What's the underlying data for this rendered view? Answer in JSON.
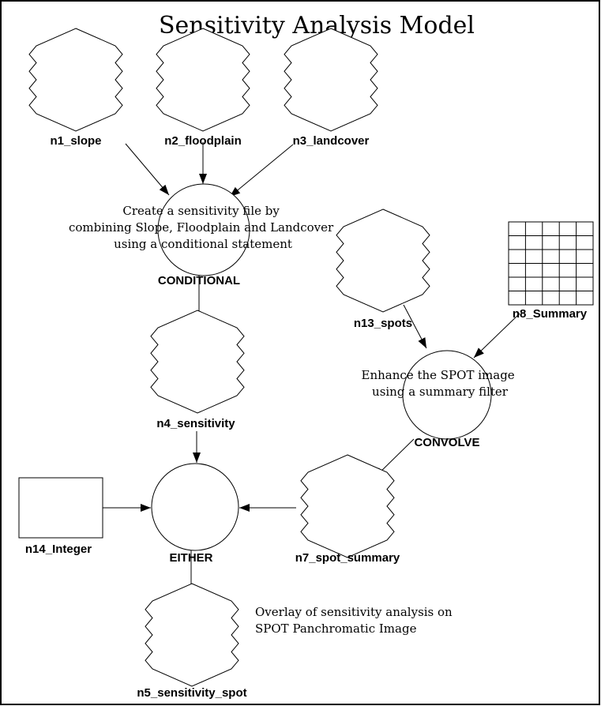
{
  "title": "Sensitivity Analysis Model",
  "nodes": {
    "n1": {
      "label": "n1_slope",
      "kind": "raster"
    },
    "n2": {
      "label": "n2_floodplain",
      "kind": "raster"
    },
    "n3": {
      "label": "n3_landcover",
      "kind": "raster"
    },
    "conditional": {
      "label": "CONDITIONAL",
      "kind": "function"
    },
    "n4": {
      "label": "n4_sensitivity",
      "kind": "raster"
    },
    "n13": {
      "label": "n13_spots",
      "kind": "raster"
    },
    "n8": {
      "label": "n8_Summary",
      "kind": "matrix"
    },
    "convolve": {
      "label": "CONVOLVE",
      "kind": "function"
    },
    "n14": {
      "label": "n14_Integer",
      "kind": "scalar"
    },
    "either": {
      "label": "EITHER",
      "kind": "function"
    },
    "n7": {
      "label": "n7_spot_summary",
      "kind": "raster"
    },
    "n5": {
      "label": "n5_sensitivity_spot",
      "kind": "raster"
    }
  },
  "notes": {
    "conditional": [
      "Create a sensitivity file by",
      "combining Slope, Floodplain and Landcover",
      "using a conditional statement"
    ],
    "convolve": [
      "Enhance the SPOT image",
      "using a summary filter"
    ],
    "output": [
      "Overlay of sensitivity analysis on",
      "SPOT Panchromatic Image"
    ]
  },
  "edges": [
    {
      "from": "n1",
      "to": "conditional"
    },
    {
      "from": "n2",
      "to": "conditional"
    },
    {
      "from": "n3",
      "to": "conditional"
    },
    {
      "from": "conditional",
      "to": "n4"
    },
    {
      "from": "n13",
      "to": "convolve"
    },
    {
      "from": "n8",
      "to": "convolve"
    },
    {
      "from": "convolve",
      "to": "n7"
    },
    {
      "from": "n4",
      "to": "either"
    },
    {
      "from": "n14",
      "to": "either"
    },
    {
      "from": "n7",
      "to": "either"
    },
    {
      "from": "either",
      "to": "n5"
    }
  ]
}
